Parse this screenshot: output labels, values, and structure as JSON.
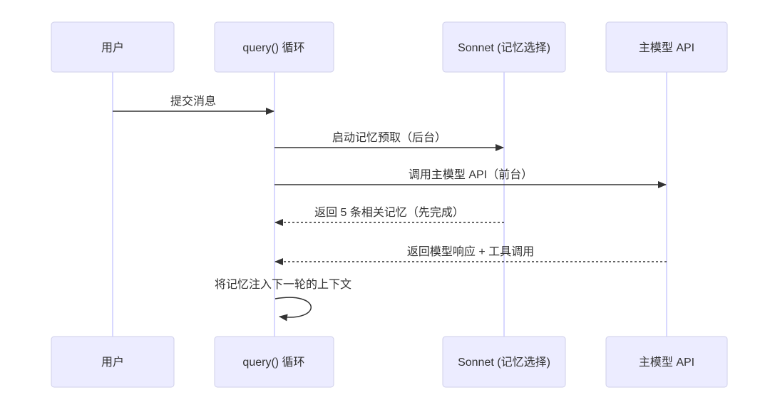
{
  "diagram": {
    "type": "sequence",
    "background": "#FFFFFF",
    "colors": {
      "actor_fill": "#ECECFF",
      "actor_border": "#CFCFEA",
      "lifeline": "#CCCCFF",
      "arrow": "#333333",
      "text": "#333333"
    },
    "actors": [
      {
        "id": "user",
        "label": "用户"
      },
      {
        "id": "query-loop",
        "label": "query() 循环"
      },
      {
        "id": "sonnet",
        "label": "Sonnet (记忆选择)"
      },
      {
        "id": "main-api",
        "label": "主模型 API"
      }
    ],
    "messages": [
      {
        "from": "user",
        "to": "query-loop",
        "text": "提交消息",
        "style": "solid"
      },
      {
        "from": "query-loop",
        "to": "sonnet",
        "text": "启动记忆预取（后台）",
        "style": "solid"
      },
      {
        "from": "query-loop",
        "to": "main-api",
        "text": "调用主模型 API（前台）",
        "style": "solid"
      },
      {
        "from": "sonnet",
        "to": "query-loop",
        "text": "返回 5 条相关记忆（先完成）",
        "style": "dashed"
      },
      {
        "from": "main-api",
        "to": "query-loop",
        "text": "返回模型响应 + 工具调用",
        "style": "dashed"
      },
      {
        "from": "query-loop",
        "to": "query-loop",
        "text": "将记忆注入下一轮的上下文",
        "style": "self-loop"
      }
    ]
  }
}
